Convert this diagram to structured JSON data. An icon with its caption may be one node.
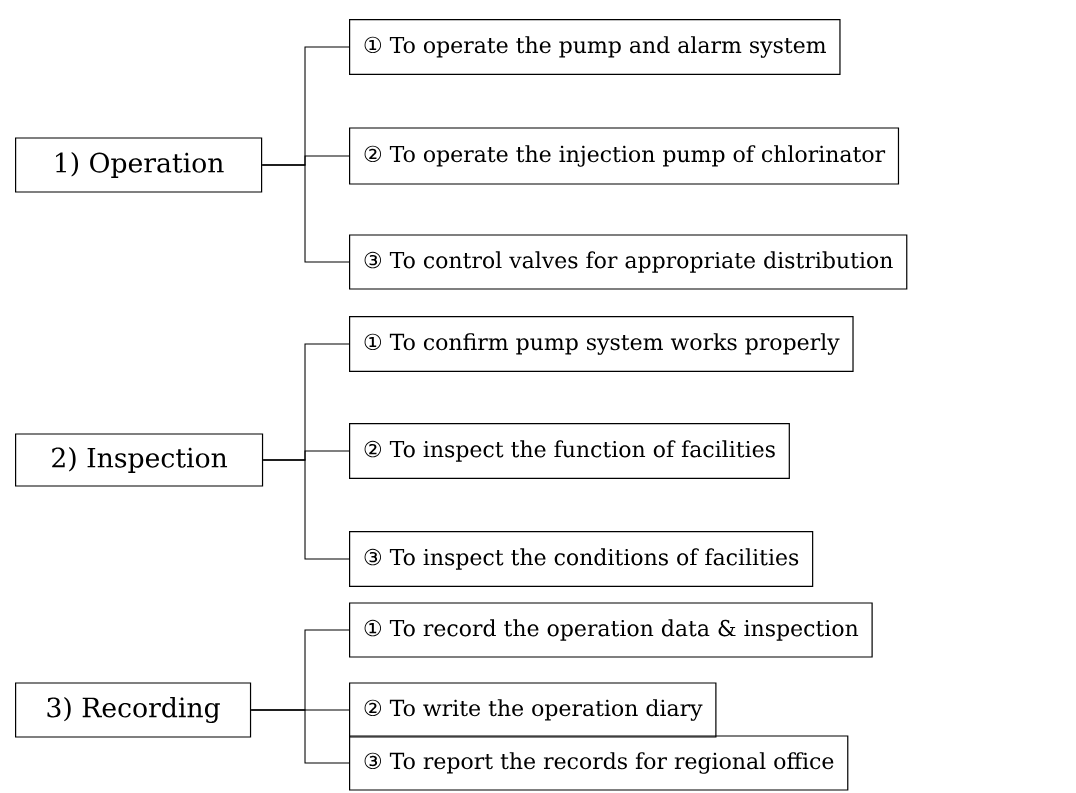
{
  "diagram": {
    "nodes": [
      {
        "text": [
          "1) Operation"
        ]
      },
      {
        "text": [
          "① To operate the pump and alarm system"
        ]
      },
      {
        "text": [
          "② To operate the injection pump of chlorinator"
        ]
      },
      {
        "text": [
          "③ To control valves for appropriate distribution"
        ]
      },
      {
        "text": [
          "2) Inspection"
        ]
      },
      {
        "text": [
          "① To confirm pump system works properly"
        ]
      },
      {
        "text": [
          "② To inspect the function of facilities"
        ]
      },
      {
        "text": [
          "③ To inspect the conditions of facilities"
        ]
      },
      {
        "text": [
          "3) Recording"
        ]
      },
      {
        "text": [
          "① To record the operation data & inspection"
        ]
      },
      {
        "text": [
          "② To write the operation diary"
        ]
      },
      {
        "text": [
          "③ To report the records for regional office"
        ]
      }
    ],
    "edges": [
      {
        "from": 0,
        "to": 1,
        "arrow": "none"
      },
      {
        "from": 0,
        "to": 2,
        "arrow": "none"
      },
      {
        "from": 0,
        "to": 3,
        "arrow": "none"
      },
      {
        "from": 4,
        "to": 5,
        "arrow": "none"
      },
      {
        "from": 4,
        "to": 6,
        "arrow": "none"
      },
      {
        "from": 4,
        "to": 7,
        "arrow": "none"
      },
      {
        "from": 8,
        "to": 9,
        "arrow": "none"
      },
      {
        "from": 8,
        "to": 10,
        "arrow": "none"
      },
      {
        "from": 8,
        "to": 11,
        "arrow": "none"
      }
    ]
  }
}
